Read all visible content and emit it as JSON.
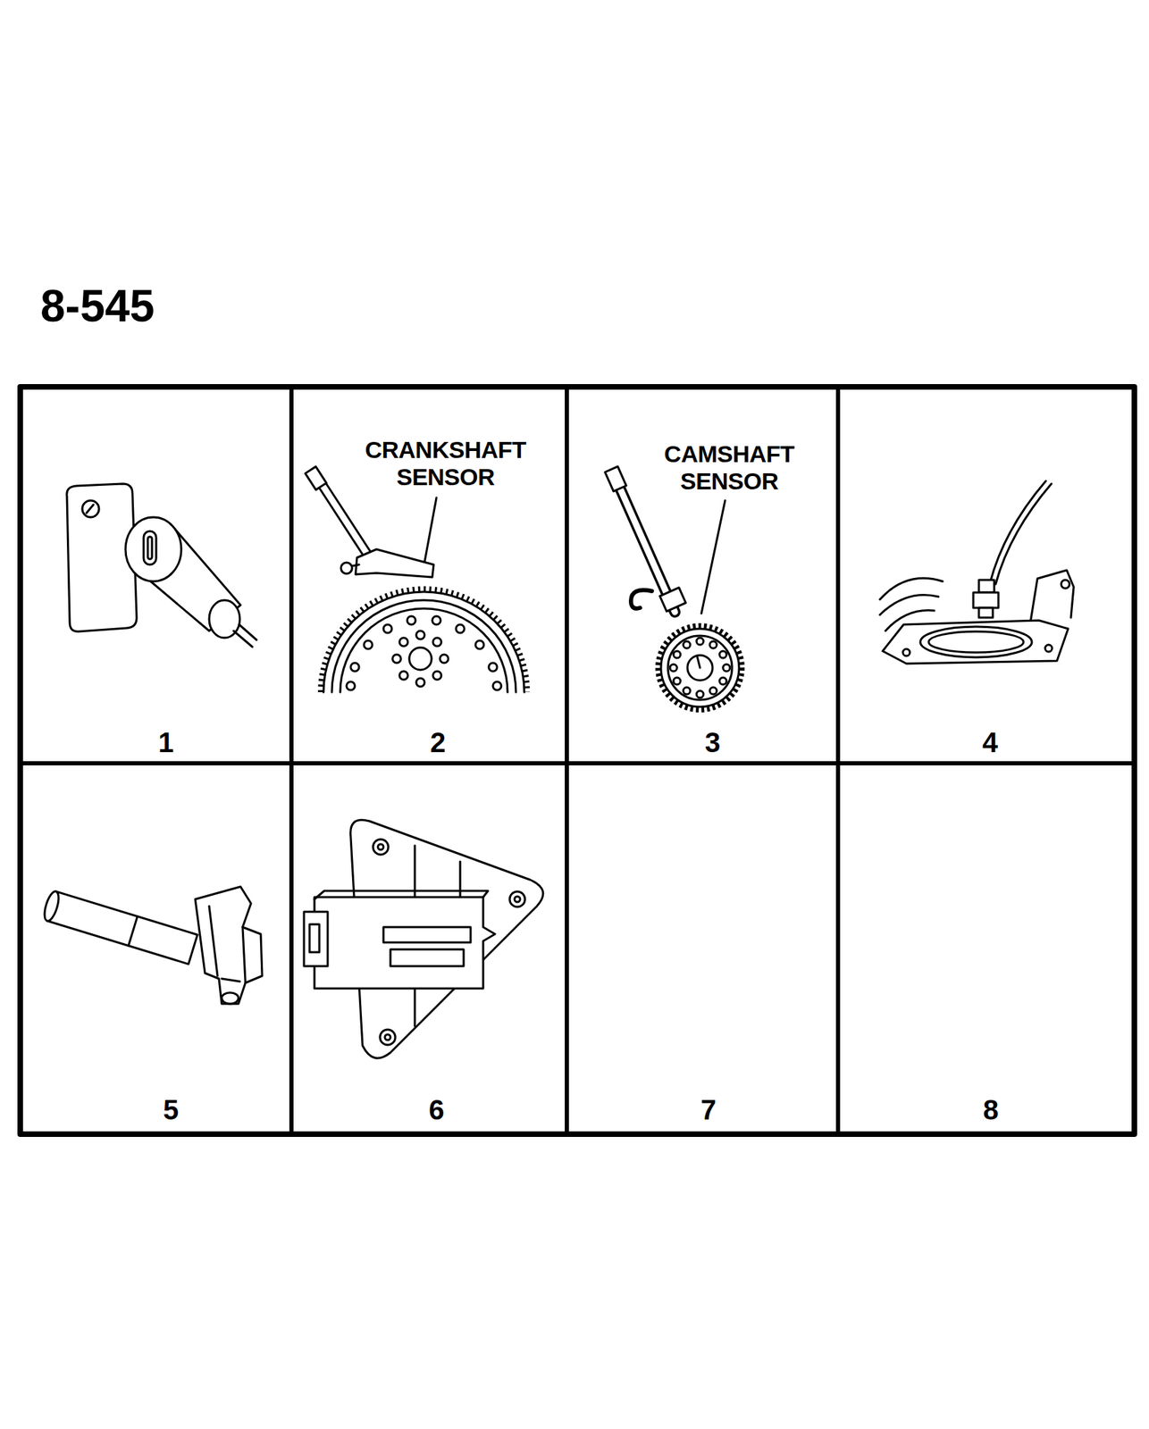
{
  "diagram": {
    "title": "8-545",
    "nodes": [
      {
        "text": [
          "1"
        ]
      },
      {
        "text": [
          "CRANKSHAFT SENSOR",
          "2"
        ]
      },
      {
        "text": [
          "CAMSHAFT SENSOR",
          "3"
        ]
      },
      {
        "text": [
          "4"
        ]
      },
      {
        "text": [
          "5"
        ]
      },
      {
        "text": [
          "6"
        ]
      },
      {
        "text": [
          "7"
        ]
      },
      {
        "text": [
          "8"
        ]
      }
    ]
  }
}
